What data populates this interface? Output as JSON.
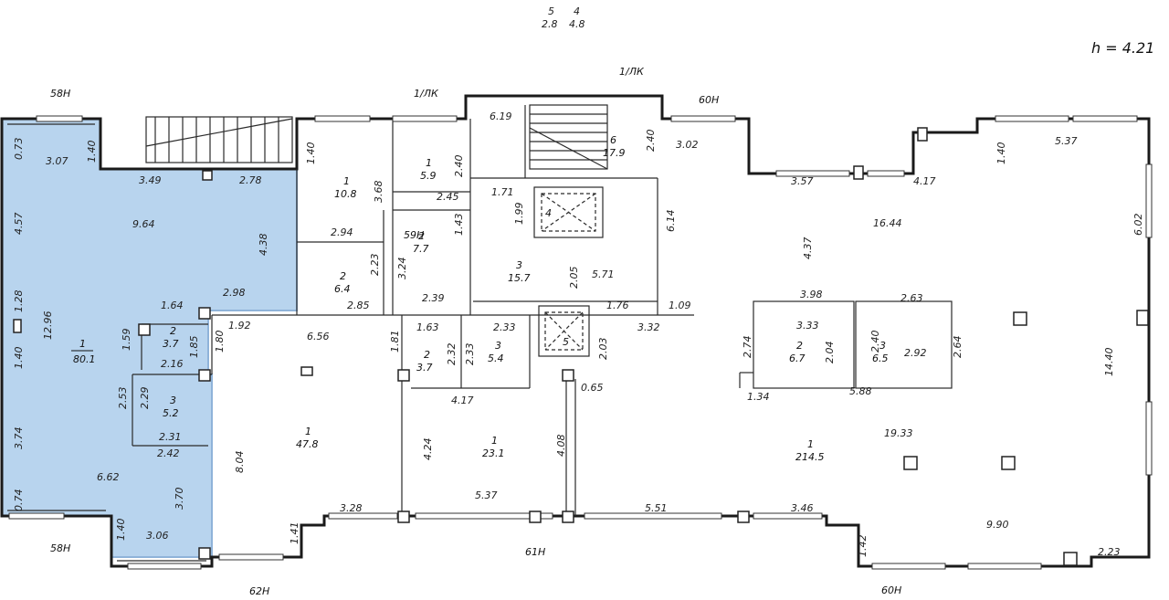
{
  "header": {
    "frac_top_a": "5",
    "frac_bot_a": "2.8",
    "frac_top_b": "4",
    "frac_bot_b": "4.8",
    "height_label": "h = 4.21"
  },
  "highlight_color": "#b8d4ee",
  "tags": {
    "t58H_top": "58H",
    "t58H_bottom": "58H",
    "t1LK_left": "1/ЛК",
    "t1LK_right": "1/ЛК",
    "t60H_top": "60H",
    "t60H_bottom": "60H",
    "t59H": "59H",
    "t61H": "61H",
    "t62H": "62H"
  },
  "rooms": {
    "r_highlight": {
      "num": "1",
      "area": "80.1"
    },
    "r_wc2a": {
      "num": "2",
      "area": "3.7"
    },
    "r_wc3a": {
      "num": "3",
      "area": "5.2"
    },
    "r_108": {
      "num": "1",
      "area": "10.8"
    },
    "r_59": {
      "num": "1",
      "area": "5.9"
    },
    "r_77": {
      "num": "2",
      "area": "7.7"
    },
    "r_64": {
      "num": "2",
      "area": "6.4"
    },
    "r_157": {
      "num": "3",
      "area": "15.7"
    },
    "r_4": {
      "num": "4"
    },
    "r_179": {
      "num": "6",
      "area": "17.9"
    },
    "r_5": {
      "num": "5"
    },
    "r_37b": {
      "num": "2",
      "area": "3.7"
    },
    "r_54": {
      "num": "3",
      "area": "5.4"
    },
    "r_478": {
      "num": "1",
      "area": "47.8"
    },
    "r_231": {
      "num": "1",
      "area": "23.1"
    },
    "r_2145": {
      "num": "1",
      "area": "214.5"
    },
    "r_67": {
      "num": "2",
      "area": "6.7"
    },
    "r_65": {
      "num": "3",
      "area": "6.5"
    }
  },
  "dims": {
    "d073": "0.73",
    "d307a": "3.07",
    "d140a": "1.40",
    "d349": "3.49",
    "d278": "2.78",
    "d457": "4.57",
    "d964": "9.64",
    "d438": "4.38",
    "d128": "1.28",
    "d1296": "12.96",
    "d140b": "1.40",
    "d164": "1.64",
    "d298": "2.98",
    "d192": "1.92",
    "d159": "1.59",
    "d216": "2.16",
    "d185": "1.85",
    "d180": "1.80",
    "d253": "2.53",
    "d229": "2.29",
    "d231": "2.31",
    "d242": "2.42",
    "d374": "3.74",
    "d662": "6.62",
    "d370": "3.70",
    "d074": "0.74",
    "d140c": "1.40",
    "d306": "3.06",
    "d140d": "1.40",
    "d368": "3.68",
    "d240a": "2.40",
    "d245": "2.45",
    "d143": "1.43",
    "d294": "2.94",
    "d223": "2.23",
    "d324": "3.24",
    "d285": "2.85",
    "d239": "2.39",
    "d656": "6.56",
    "d619": "6.19",
    "d171": "1.71",
    "d199": "1.99",
    "d240b": "2.40",
    "d614": "6.14",
    "d205": "2.05",
    "d571": "5.71",
    "d176": "1.76",
    "d109": "1.09",
    "d332": "3.32",
    "d163": "1.63",
    "d233a": "2.33",
    "d232": "2.32",
    "d233b": "2.33",
    "d181": "1.81",
    "d203": "2.03",
    "d065": "0.65",
    "d417a": "4.17",
    "d424": "4.24",
    "d408": "4.08",
    "d804": "8.04",
    "d537a": "5.37",
    "d328": "3.28",
    "d141": "1.41",
    "d551": "5.51",
    "d346": "3.46",
    "d302": "3.02",
    "d357": "3.57",
    "d417b": "4.17",
    "d140e": "1.40",
    "d537b": "5.37",
    "d602": "6.02",
    "d1644": "16.44",
    "d437": "4.37",
    "d398": "3.98",
    "d263": "2.63",
    "d333": "3.33",
    "d274": "2.74",
    "d204": "2.04",
    "d240c": "2.40",
    "d292": "2.92",
    "d264": "2.64",
    "d134": "1.34",
    "d588": "5.88",
    "d1933": "19.33",
    "d1440": "14.40",
    "d990": "9.90",
    "d142": "1.42",
    "d223b": "2.23"
  }
}
